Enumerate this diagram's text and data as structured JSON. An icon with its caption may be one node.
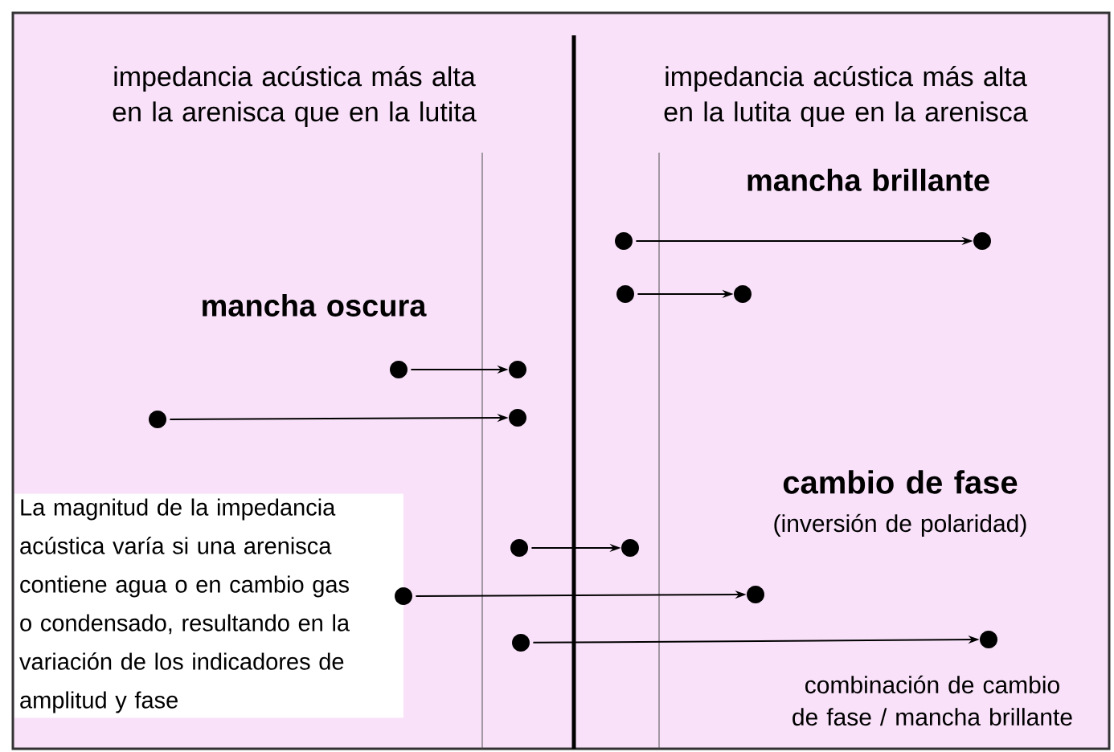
{
  "diagram": {
    "nodes": [
      {
        "text": [],
        "shape": "circle"
      },
      {
        "text": [],
        "shape": "circle"
      },
      {
        "text": [],
        "shape": "circle"
      },
      {
        "text": [],
        "shape": "circle"
      },
      {
        "text": [],
        "shape": "circle"
      },
      {
        "text": [],
        "shape": "circle"
      },
      {
        "text": [],
        "shape": "circle"
      },
      {
        "text": [],
        "shape": "circle"
      },
      {
        "text": [
          "La magnitud de la impedancia acústica varía si una arenisca contiene agua o en cambio gas o condensado, resultando en la variación de los indicadores de amplitud y fase"
        ]
      },
      {
        "text": [],
        "shape": "circle"
      },
      {
        "text": [],
        "shape": "circle"
      },
      {
        "text": [],
        "shape": "circle"
      },
      {
        "text": [],
        "shape": "circle"
      },
      {
        "text": [],
        "shape": "circle"
      },
      {
        "text": [],
        "shape": "circle"
      }
    ],
    "edges": [
      {
        "from": 0,
        "to": 1,
        "arrow": "to"
      },
      {
        "from": 2,
        "to": 3,
        "arrow": "to"
      },
      {
        "from": 4,
        "to": 5,
        "arrow": "to"
      },
      {
        "from": 6,
        "to": 7,
        "arrow": "to"
      },
      {
        "from": 9,
        "to": 10,
        "arrow": "to"
      },
      {
        "from": 11,
        "to": 12,
        "arrow": "to"
      },
      {
        "from": 13,
        "to": 14,
        "arrow": "to"
      }
    ],
    "labels": [
      "impedancia acústica más alta en la arenisca que en la lutita",
      "impedancia acústica más alta en la lutita que en la arenisca",
      "mancha brillante",
      "mancha oscura",
      "cambio de fase",
      "(inversión de polaridad)",
      "combinación de cambio de fase / mancha brillante"
    ]
  }
}
